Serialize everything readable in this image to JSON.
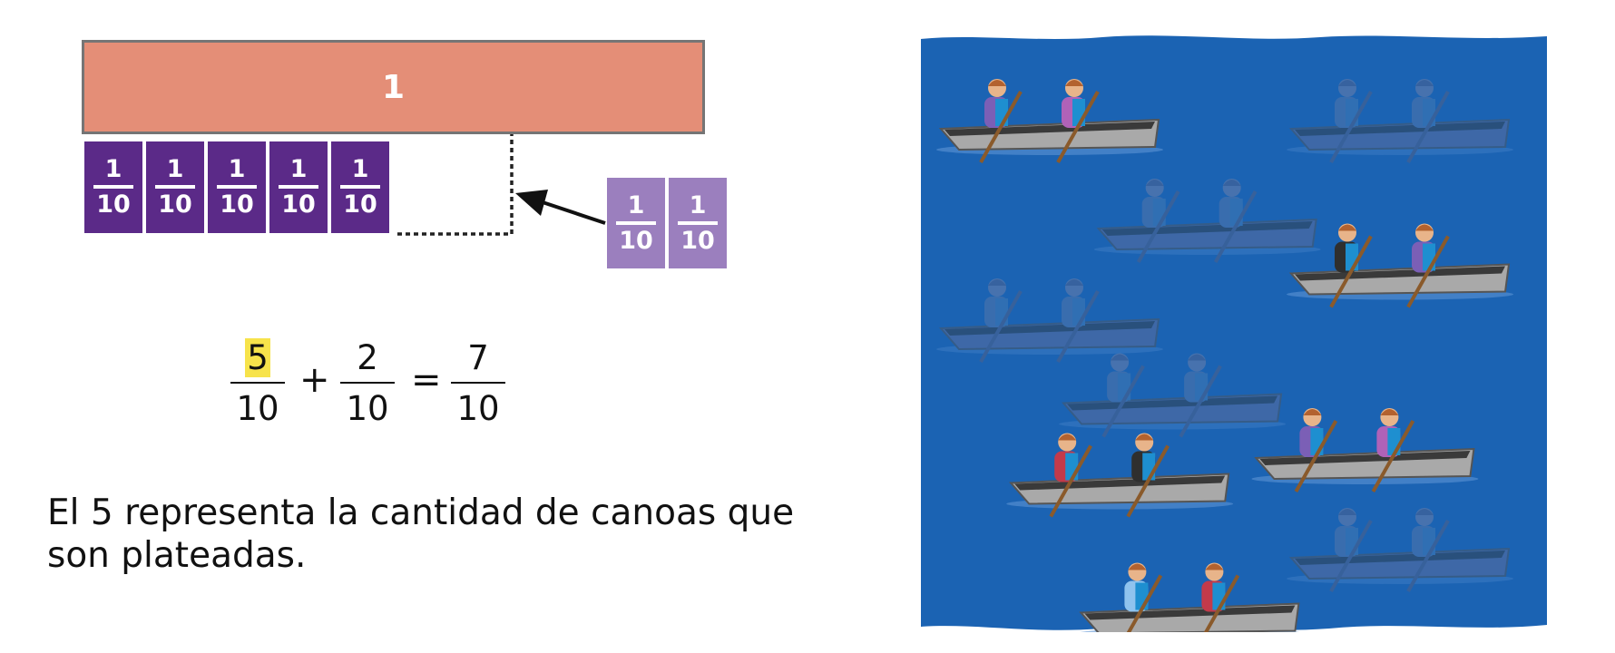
{
  "whole_bar": {
    "label": "1"
  },
  "left_tiles": [
    {
      "numerator": "1",
      "denominator": "10"
    },
    {
      "numerator": "1",
      "denominator": "10"
    },
    {
      "numerator": "1",
      "denominator": "10"
    },
    {
      "numerator": "1",
      "denominator": "10"
    },
    {
      "numerator": "1",
      "denominator": "10"
    }
  ],
  "added_tiles": [
    {
      "numerator": "1",
      "denominator": "10"
    },
    {
      "numerator": "1",
      "denominator": "10"
    }
  ],
  "equation": {
    "term1": {
      "numerator": "5",
      "denominator": "10"
    },
    "plus": "+",
    "term2": {
      "numerator": "2",
      "denominator": "10"
    },
    "equals": "=",
    "result": {
      "numerator": "7",
      "denominator": "10"
    }
  },
  "caption": "El 5 representa la cantidad de canoas que son plateadas.",
  "colors": {
    "whole_fill": "#e48e77",
    "tile_dark": "#5b2a88",
    "tile_light": "#9b7fbe",
    "highlight": "#f7e34b",
    "water": "#1b63b3",
    "silver_canoe": "#a8a8a8"
  },
  "scene": {
    "canoes": [
      {
        "col": 0,
        "row": 0,
        "silver": true
      },
      {
        "col": 1,
        "row": 0,
        "silver": false
      },
      {
        "col": 0.45,
        "row": 1,
        "silver": false
      },
      {
        "col": 1,
        "row": 1.45,
        "silver": true
      },
      {
        "col": 0,
        "row": 2,
        "silver": false
      },
      {
        "col": 0.35,
        "row": 2.75,
        "silver": false
      },
      {
        "col": 0.2,
        "row": 3.55,
        "silver": true
      },
      {
        "col": 0.9,
        "row": 3.3,
        "silver": true
      },
      {
        "col": 1,
        "row": 4.3,
        "silver": false
      },
      {
        "col": 0.4,
        "row": 4.85,
        "silver": true
      }
    ]
  }
}
